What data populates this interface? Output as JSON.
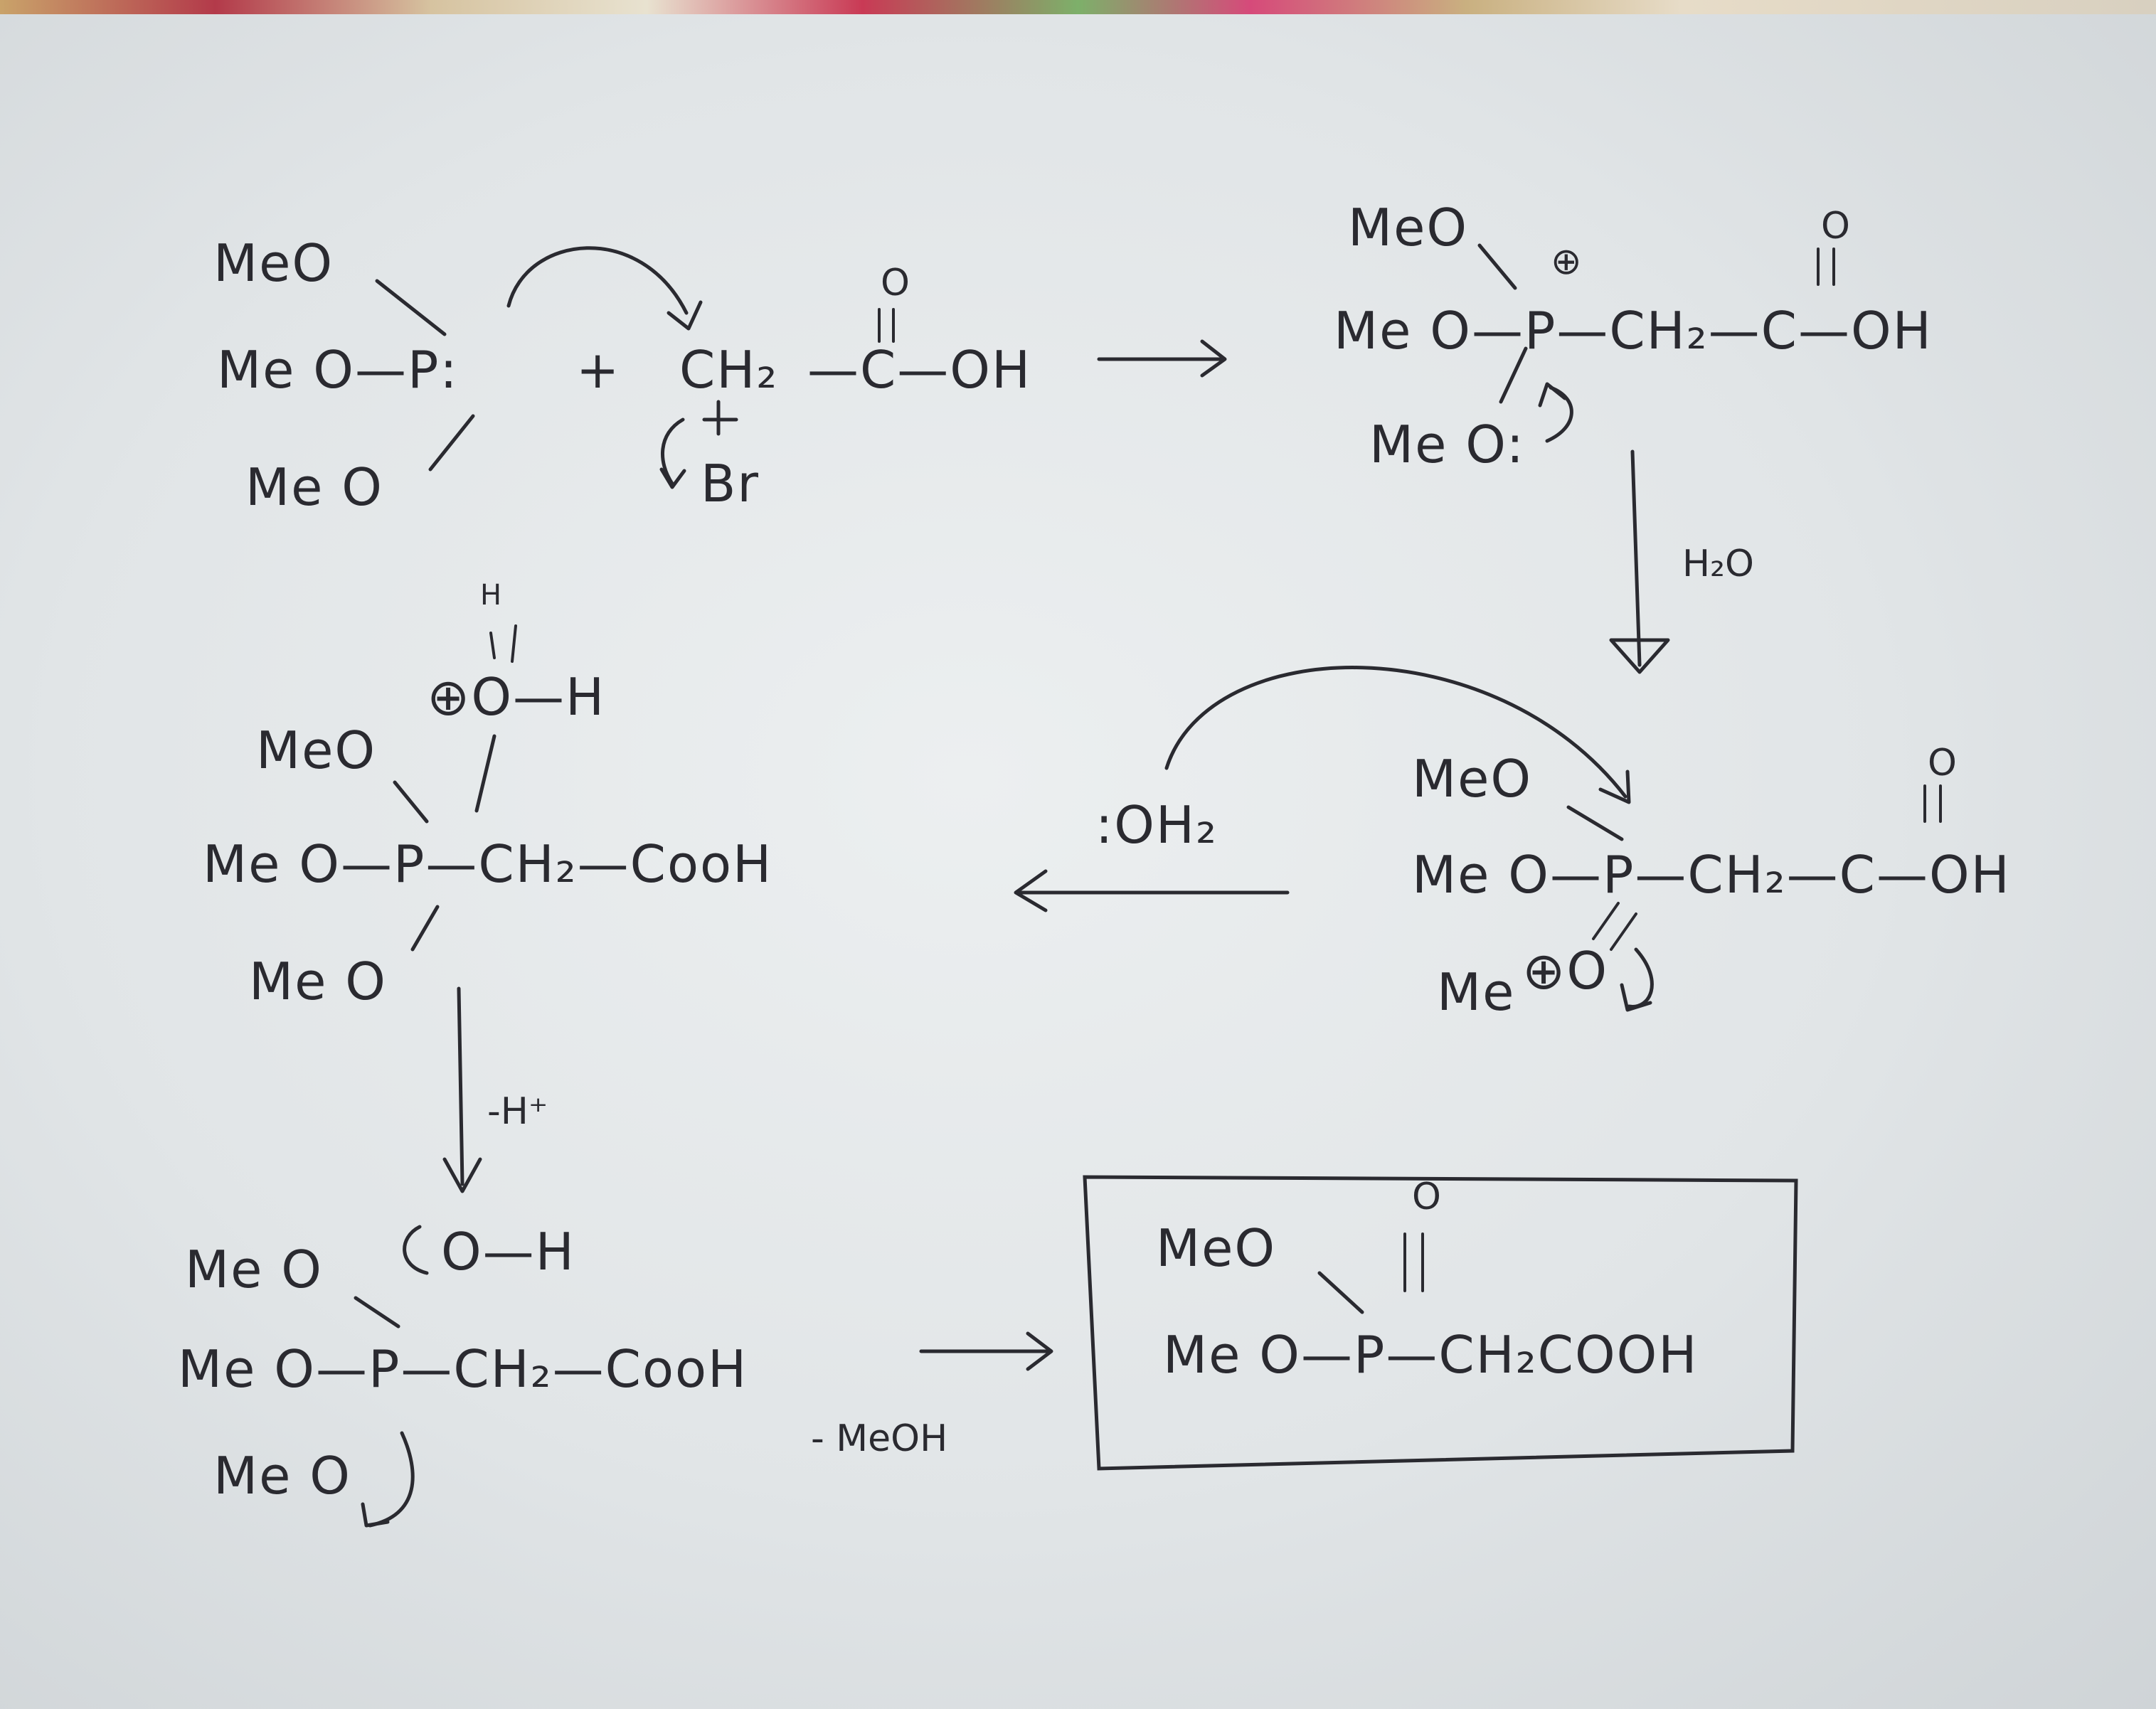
{
  "reactant": {
    "meo_top": "MeO",
    "meo_mid": "Me O—P:",
    "meo_bot": "Me O",
    "plus": "+",
    "ch2": "CH₂",
    "dash_c": "—C—OH",
    "carbonyl_o": "O",
    "br": "Br"
  },
  "intermediate1": {
    "meo_top": "MeO",
    "meo_mid": "Me O—P—CH₂—C—OH",
    "carbonyl_o": "O",
    "plus": "⊕",
    "meo_bot": "Me O:"
  },
  "step_label_water": "H₂O",
  "intermediate2": {
    "meo_top": "MeO",
    "meo_mid": "Me O—P—CH₂—C—OH",
    "carbonyl_o": "O",
    "meo_bot": "Me",
    "o_plus": "⊕O"
  },
  "water_label": ":OH₂",
  "intermediate3": {
    "h_top": "H",
    "oh_plus": "⊕O—H",
    "meo_top": "MeO",
    "meo_mid": "Me O—P—CH₂—CooH",
    "meo_bot": "Me O"
  },
  "step_label_h": "-H⁺",
  "intermediate4": {
    "meo_top": "Me O",
    "o_h": "O—H",
    "meo_mid": "Me O—P—CH₂—CooH",
    "meo_bot": "Me O"
  },
  "step_label_meoh": "- MeOH",
  "product": {
    "carbonyl_o": "O",
    "meo_top": "MeO",
    "meo_mid": "Me O—P—CH₂COOH"
  }
}
